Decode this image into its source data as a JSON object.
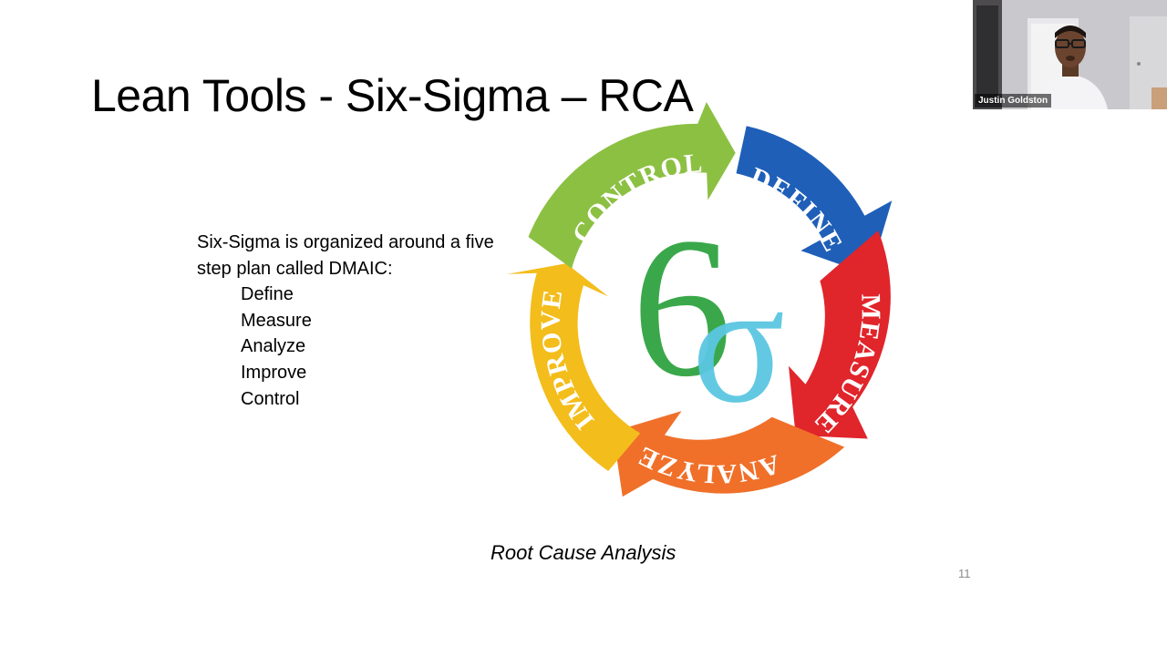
{
  "slide": {
    "title": "Lean Tools - Six-Sigma – RCA",
    "intro_line1": "Six-Sigma is organized around a five",
    "intro_line2_prefix": "step plan called ",
    "intro_line2_acronym": "DMAIC",
    "intro_line2_suffix": ":",
    "steps": [
      "Define",
      "Measure",
      "Analyze",
      "Improve",
      "Control"
    ],
    "caption": "Root Cause Analysis",
    "page_number": "11"
  },
  "diagram": {
    "segments": [
      {
        "label": "DEFINE",
        "color": "#1f5fb8"
      },
      {
        "label": "MEASURE",
        "color": "#e0252b"
      },
      {
        "label": "ANALYZE",
        "color": "#f0702a"
      },
      {
        "label": "IMPROVE",
        "color": "#f3bd1c"
      },
      {
        "label": "CONTROL",
        "color": "#8cc043"
      }
    ],
    "symbol_six": "6",
    "symbol_sigma": "σ",
    "symbol_colors": {
      "six": "#3aa84a",
      "sigma": "#5bc6e2"
    }
  },
  "webcam": {
    "participant_name": "Justin Goldston"
  }
}
